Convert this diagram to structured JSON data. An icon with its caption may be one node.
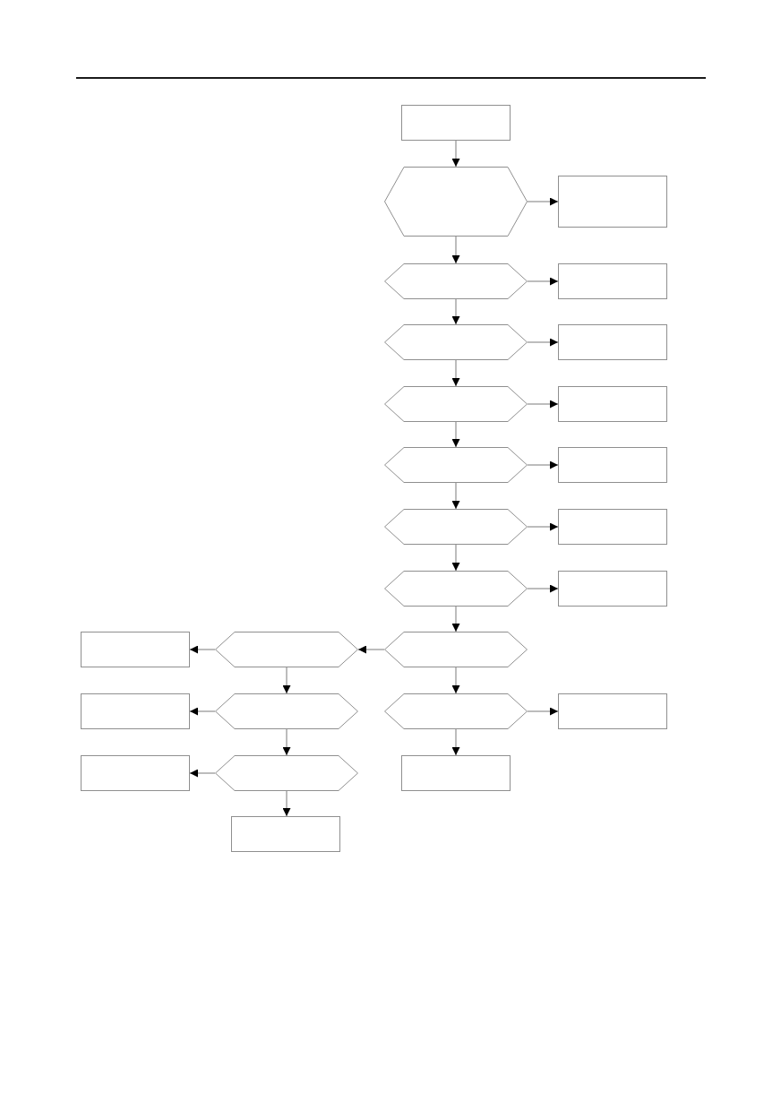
{
  "diagram": {
    "nodes": [
      {
        "text": [],
        "shape": "box"
      },
      {
        "text": [],
        "shape": "hexagon"
      },
      {
        "text": [],
        "shape": "box"
      },
      {
        "text": [],
        "shape": "hexagon"
      },
      {
        "text": [],
        "shape": "box"
      },
      {
        "text": [],
        "shape": "hexagon"
      },
      {
        "text": [],
        "shape": "box"
      },
      {
        "text": [],
        "shape": "hexagon"
      },
      {
        "text": [],
        "shape": "box"
      },
      {
        "text": [],
        "shape": "hexagon"
      },
      {
        "text": [],
        "shape": "box"
      },
      {
        "text": [],
        "shape": "hexagon"
      },
      {
        "text": [],
        "shape": "box"
      },
      {
        "text": [],
        "shape": "hexagon"
      },
      {
        "text": [],
        "shape": "box"
      },
      {
        "text": [],
        "shape": "box"
      },
      {
        "text": [],
        "shape": "hexagon"
      },
      {
        "text": [],
        "shape": "hexagon"
      },
      {
        "text": [],
        "shape": "box"
      },
      {
        "text": [],
        "shape": "hexagon"
      },
      {
        "text": [],
        "shape": "hexagon"
      },
      {
        "text": [],
        "shape": "box"
      },
      {
        "text": [],
        "shape": "box"
      },
      {
        "text": [],
        "shape": "hexagon"
      },
      {
        "text": [],
        "shape": "box"
      },
      {
        "text": [],
        "shape": "box"
      }
    ],
    "edges": [
      {
        "from": 0,
        "to": 1,
        "arrow": "to"
      },
      {
        "from": 1,
        "to": 2,
        "arrow": "to"
      },
      {
        "from": 1,
        "to": 3,
        "arrow": "to"
      },
      {
        "from": 3,
        "to": 4,
        "arrow": "to"
      },
      {
        "from": 3,
        "to": 5,
        "arrow": "to"
      },
      {
        "from": 5,
        "to": 6,
        "arrow": "to"
      },
      {
        "from": 5,
        "to": 7,
        "arrow": "to"
      },
      {
        "from": 7,
        "to": 8,
        "arrow": "to"
      },
      {
        "from": 7,
        "to": 9,
        "arrow": "to"
      },
      {
        "from": 9,
        "to": 10,
        "arrow": "to"
      },
      {
        "from": 9,
        "to": 11,
        "arrow": "to"
      },
      {
        "from": 11,
        "to": 12,
        "arrow": "to"
      },
      {
        "from": 11,
        "to": 13,
        "arrow": "to"
      },
      {
        "from": 13,
        "to": 14,
        "arrow": "to"
      },
      {
        "from": 13,
        "to": 17,
        "arrow": "to"
      },
      {
        "from": 17,
        "to": 16,
        "arrow": "to"
      },
      {
        "from": 16,
        "to": 15,
        "arrow": "to"
      },
      {
        "from": 16,
        "to": 19,
        "arrow": "to"
      },
      {
        "from": 19,
        "to": 18,
        "arrow": "to"
      },
      {
        "from": 19,
        "to": 23,
        "arrow": "to"
      },
      {
        "from": 23,
        "to": 22,
        "arrow": "to"
      },
      {
        "from": 23,
        "to": 25,
        "arrow": "to"
      },
      {
        "from": 17,
        "to": 20,
        "arrow": "to"
      },
      {
        "from": 20,
        "to": 21,
        "arrow": "to"
      },
      {
        "from": 20,
        "to": 24,
        "arrow": "to"
      }
    ]
  }
}
